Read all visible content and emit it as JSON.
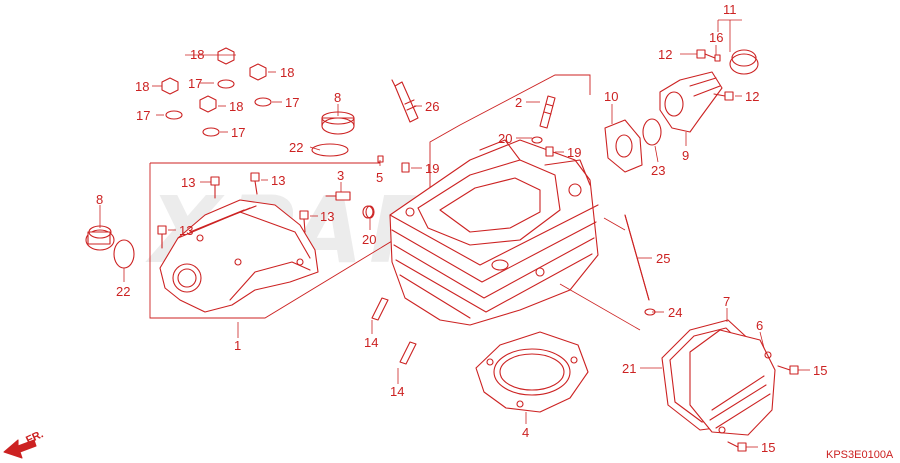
{
  "watermark": "XPARTS",
  "diagram_code": "KPS3E0100A",
  "direction_label": "FR.",
  "callouts": [
    {
      "id": "c1",
      "text": "1"
    },
    {
      "id": "c2",
      "text": "2"
    },
    {
      "id": "c3",
      "text": "3"
    },
    {
      "id": "c4",
      "text": "4"
    },
    {
      "id": "c5",
      "text": "5"
    },
    {
      "id": "c6",
      "text": "6"
    },
    {
      "id": "c7",
      "text": "7"
    },
    {
      "id": "c8a",
      "text": "8"
    },
    {
      "id": "c8b",
      "text": "8"
    },
    {
      "id": "c9",
      "text": "9"
    },
    {
      "id": "c10",
      "text": "10"
    },
    {
      "id": "c11",
      "text": "11"
    },
    {
      "id": "c12a",
      "text": "12"
    },
    {
      "id": "c12b",
      "text": "12"
    },
    {
      "id": "c13a",
      "text": "13"
    },
    {
      "id": "c13b",
      "text": "13"
    },
    {
      "id": "c13c",
      "text": "13"
    },
    {
      "id": "c13d",
      "text": "13"
    },
    {
      "id": "c14a",
      "text": "14"
    },
    {
      "id": "c14b",
      "text": "14"
    },
    {
      "id": "c15a",
      "text": "15"
    },
    {
      "id": "c15b",
      "text": "15"
    },
    {
      "id": "c16",
      "text": "16"
    },
    {
      "id": "c17a",
      "text": "17"
    },
    {
      "id": "c17b",
      "text": "17"
    },
    {
      "id": "c17c",
      "text": "17"
    },
    {
      "id": "c17d",
      "text": "17"
    },
    {
      "id": "c18a",
      "text": "18"
    },
    {
      "id": "c18b",
      "text": "18"
    },
    {
      "id": "c18c",
      "text": "18"
    },
    {
      "id": "c18d",
      "text": "18"
    },
    {
      "id": "c19a",
      "text": "19"
    },
    {
      "id": "c19b",
      "text": "19"
    },
    {
      "id": "c20a",
      "text": "20"
    },
    {
      "id": "c20b",
      "text": "20"
    },
    {
      "id": "c21",
      "text": "21"
    },
    {
      "id": "c22a",
      "text": "22"
    },
    {
      "id": "c22b",
      "text": "22"
    },
    {
      "id": "c23",
      "text": "23"
    },
    {
      "id": "c24",
      "text": "24"
    },
    {
      "id": "c25",
      "text": "25"
    },
    {
      "id": "c26",
      "text": "26"
    }
  ]
}
